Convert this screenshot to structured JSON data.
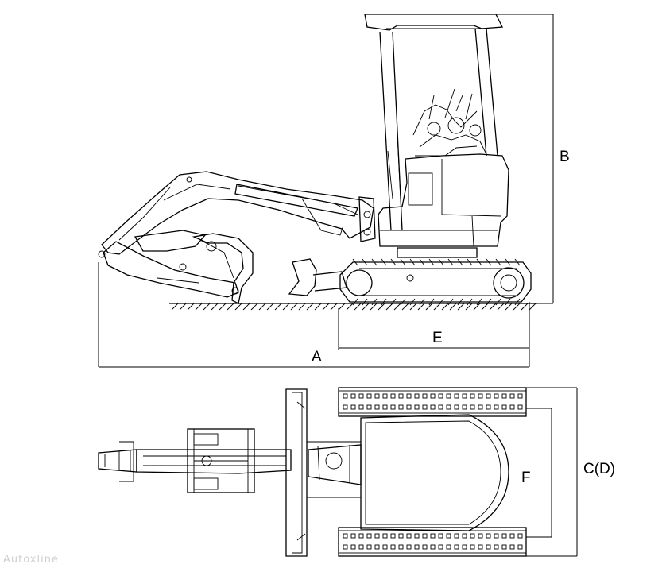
{
  "diagram": {
    "dimensions": {
      "overall_length": "A",
      "overall_height": "B",
      "track_width": "C(D)",
      "track_length": "E",
      "track_gauge": "F"
    },
    "watermark": "Autoxline"
  }
}
